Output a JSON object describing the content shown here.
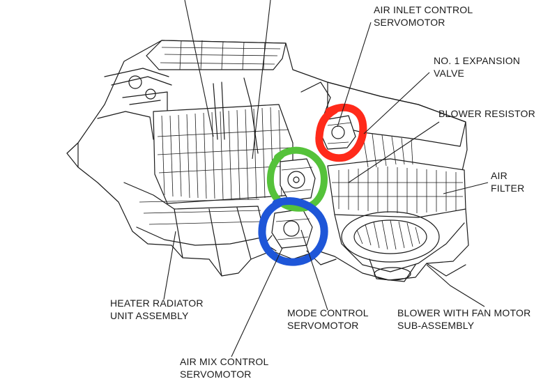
{
  "labels": {
    "air_inlet_1": "AIR INLET CONTROL",
    "air_inlet_2": "SERVOMOTOR",
    "expansion_1": "NO. 1 EXPANSION",
    "expansion_2": "VALVE",
    "blower_resistor": "BLOWER RESISTOR",
    "air_filter_1": "AIR",
    "air_filter_2": "FILTER",
    "heater_1": "HEATER RADIATOR",
    "heater_2": "UNIT ASSEMBLY",
    "mode_1": "MODE CONTROL",
    "mode_2": "SERVOMOTOR",
    "blower_fan_1": "BLOWER WITH FAN MOTOR",
    "blower_fan_2": "SUB-ASSEMBLY",
    "air_mix_1": "AIR MIX CONTROL",
    "air_mix_2": "SERVOMOTOR"
  },
  "highlights": {
    "air_inlet_servomotor": "#ff2a1a",
    "mode_control_servomotor": "#55c23a",
    "air_mix_servomotor": "#1e56d8"
  }
}
